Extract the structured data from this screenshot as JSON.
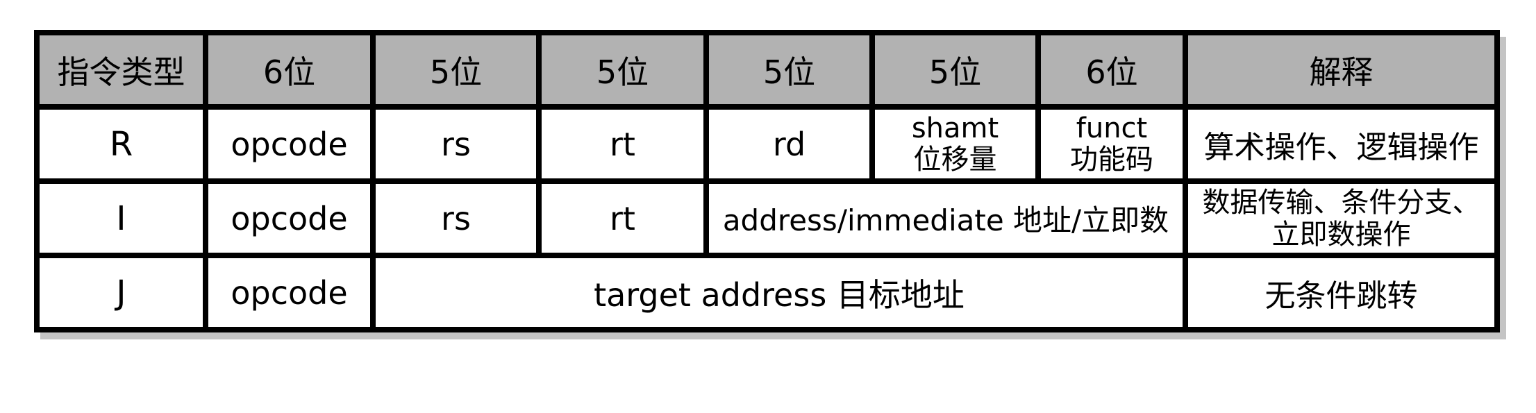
{
  "colors": {
    "header_bg": "#b2b2b2",
    "border": "#000000",
    "shadow": "#c4c4c4",
    "page_bg": "#ffffff",
    "text": "#000000"
  },
  "chart_data": {
    "type": "table",
    "title": "",
    "columns": [
      "指令类型",
      "6位",
      "5位",
      "5位",
      "5位",
      "5位",
      "6位",
      "解释"
    ],
    "rows": [
      [
        "R",
        "opcode",
        "rs",
        "rt",
        "rd",
        "shamt 位移量",
        "funct 功能码",
        "算术操作、逻辑操作"
      ],
      [
        "I",
        "opcode",
        "rs",
        "rt",
        {
          "text": "address/immediate 地址/立即数",
          "colspan": 3
        },
        "数据传输、条件分支、立即数操作"
      ],
      [
        "J",
        "opcode",
        {
          "text": "target address 目标地址",
          "colspan": 5
        },
        "无条件跳转"
      ]
    ],
    "layout_hints": {
      "header_background": "#b2b2b2",
      "border_style": "thick black grid",
      "shadow": "solid gray offset bottom-right"
    }
  },
  "table": {
    "header": {
      "c0": "指令类型",
      "c1": "6位",
      "c2": "5位",
      "c3": "5位",
      "c4": "5位",
      "c5": "5位",
      "c6": "6位",
      "c7": "解释"
    },
    "row_r": {
      "type": "R",
      "opcode": "opcode",
      "rs": "rs",
      "rt": "rt",
      "rd": "rd",
      "shamt_en": "shamt",
      "shamt_zh": "位移量",
      "funct_en": "funct",
      "funct_zh": "功能码",
      "desc": "算术操作、逻辑操作"
    },
    "row_i": {
      "type": "I",
      "opcode": "opcode",
      "rs": "rs",
      "rt": "rt",
      "addr": "address/immediate 地址/立即数",
      "desc_l1": "数据传输、条件分支、",
      "desc_l2": "立即数操作"
    },
    "row_j": {
      "type": "J",
      "opcode": "opcode",
      "target": "target address 目标地址",
      "desc": "无条件跳转"
    }
  }
}
